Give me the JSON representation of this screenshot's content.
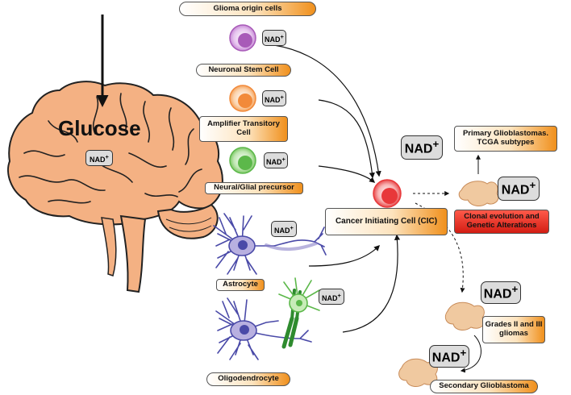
{
  "labels": {
    "glioma_origin_cells": "Glioma origin cells",
    "neuronal_stem_cell": "Neuronal Stem Cell",
    "amplifier_transitory_cell": "Amplifier Transitory Cell",
    "neural_glial_precursor": "Neural/Glial precursor",
    "astrocyte": "Astrocyte",
    "oligodendrocyte": "Oligodendrocyte",
    "cancer_initiating_cell": "Cancer Initiating Cell (CIC)",
    "primary_glioblastomas": "Primary Glioblastomas. TCGA subtypes",
    "clonal_evolution": "Clonal evolution and Genetic Alterations",
    "grades_gliomas": "Grades II and III gliomas",
    "secondary_glioblastoma": "Secondary Glioblastoma"
  },
  "brain": {
    "text": "Glucose"
  },
  "nad": {
    "text": "NAD",
    "sup": "+"
  },
  "colors": {
    "brain_fill": "#f4b183",
    "label_orange": "#f0901c",
    "label_red": "#d31d13",
    "cell_purple": "#a85ab8",
    "cell_orange": "#f28a3a",
    "cell_green": "#5cb84a",
    "cell_red": "#e8383a",
    "neuron_blue": "#5a5ab8",
    "myelin_green": "#2e8b2e",
    "tumor_tan": "#f0c9a0"
  },
  "icons": [
    "brain-icon",
    "stem-cell-icon",
    "amplifier-cell-icon",
    "precursor-cell-icon",
    "astrocyte-icon",
    "oligodendrocyte-icon",
    "cic-cell-icon",
    "tumor-icon"
  ]
}
